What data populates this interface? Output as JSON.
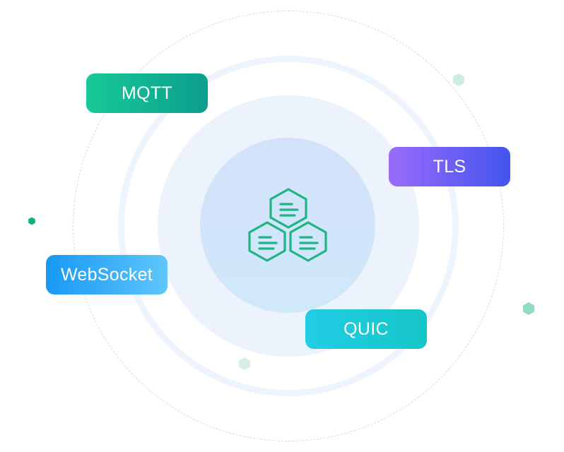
{
  "diagram": {
    "protocols": [
      {
        "key": "mqtt",
        "label": "MQTT",
        "color_start": "#17c996",
        "color_end": "#0b9e8e"
      },
      {
        "key": "tls",
        "label": "TLS",
        "color_start": "#9a6bfb",
        "color_end": "#4255ee"
      },
      {
        "key": "websocket",
        "label": "WebSocket",
        "color_start": "#1898f4",
        "color_end": "#5fc6fb"
      },
      {
        "key": "quic",
        "label": "QUIC",
        "color_start": "#22cde6",
        "color_end": "#15c6c6"
      }
    ],
    "center_icon": "stacked-hexagon-cluster-icon",
    "accent_color": "#1fb483",
    "ring_color": "#c9dcef"
  }
}
